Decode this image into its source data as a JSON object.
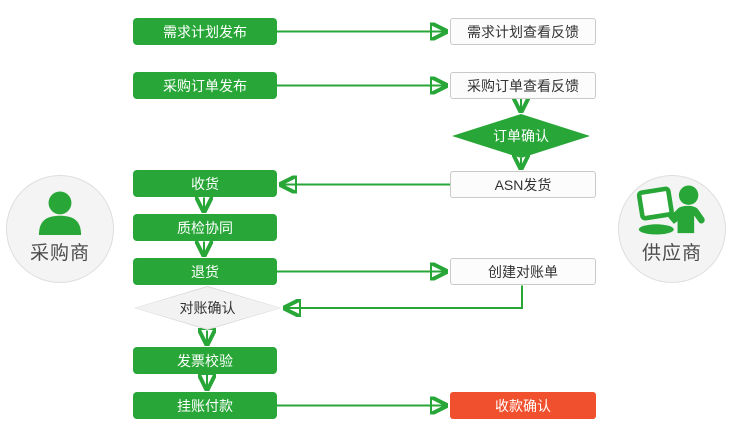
{
  "diagram": {
    "actors": {
      "buyer": {
        "label": "采购商",
        "icon": "buyer-person-icon"
      },
      "supplier": {
        "label": "供应商",
        "icon": "supplier-laptop-icon"
      }
    },
    "nodes": {
      "demand_publish": {
        "label": "需求计划发布",
        "owner": "buyer",
        "shape": "process",
        "color": "green"
      },
      "po_publish": {
        "label": "采购订单发布",
        "owner": "buyer",
        "shape": "process",
        "color": "green"
      },
      "receive": {
        "label": "收货",
        "owner": "buyer",
        "shape": "process",
        "color": "green"
      },
      "quality_check": {
        "label": "质检协同",
        "owner": "buyer",
        "shape": "process",
        "color": "green"
      },
      "return_goods": {
        "label": "退货",
        "owner": "buyer",
        "shape": "process",
        "color": "green"
      },
      "statement_confirm": {
        "label": "对账确认",
        "owner": "buyer",
        "shape": "decision",
        "color": "white"
      },
      "invoice_verify": {
        "label": "发票校验",
        "owner": "buyer",
        "shape": "process",
        "color": "green"
      },
      "payment": {
        "label": "挂账付款",
        "owner": "buyer",
        "shape": "process",
        "color": "green"
      },
      "demand_feedback": {
        "label": "需求计划查看反馈",
        "owner": "supplier",
        "shape": "process",
        "color": "white"
      },
      "po_feedback": {
        "label": "采购订单查看反馈",
        "owner": "supplier",
        "shape": "process",
        "color": "white"
      },
      "order_confirm": {
        "label": "订单确认",
        "owner": "supplier",
        "shape": "decision",
        "color": "green"
      },
      "asn_ship": {
        "label": "ASN发货",
        "owner": "supplier",
        "shape": "process",
        "color": "white"
      },
      "create_statement": {
        "label": "创建对账单",
        "owner": "supplier",
        "shape": "process",
        "color": "white"
      },
      "receipt_confirm": {
        "label": "收款确认",
        "owner": "supplier",
        "shape": "process",
        "color": "red"
      }
    },
    "edges": [
      {
        "from": "demand_publish",
        "to": "demand_feedback"
      },
      {
        "from": "po_publish",
        "to": "po_feedback"
      },
      {
        "from": "po_feedback",
        "to": "order_confirm"
      },
      {
        "from": "order_confirm",
        "to": "asn_ship"
      },
      {
        "from": "asn_ship",
        "to": "receive"
      },
      {
        "from": "receive",
        "to": "quality_check"
      },
      {
        "from": "quality_check",
        "to": "return_goods"
      },
      {
        "from": "return_goods",
        "to": "create_statement"
      },
      {
        "from": "create_statement",
        "to": "statement_confirm"
      },
      {
        "from": "statement_confirm",
        "to": "invoice_verify"
      },
      {
        "from": "invoice_verify",
        "to": "payment"
      },
      {
        "from": "payment",
        "to": "receipt_confirm"
      }
    ],
    "colors": {
      "process_green": "#28a738",
      "highlight_red": "#f0502d",
      "white_box_border": "#c9c9c9",
      "decision_gray_fill": "#f2f2f2"
    }
  }
}
